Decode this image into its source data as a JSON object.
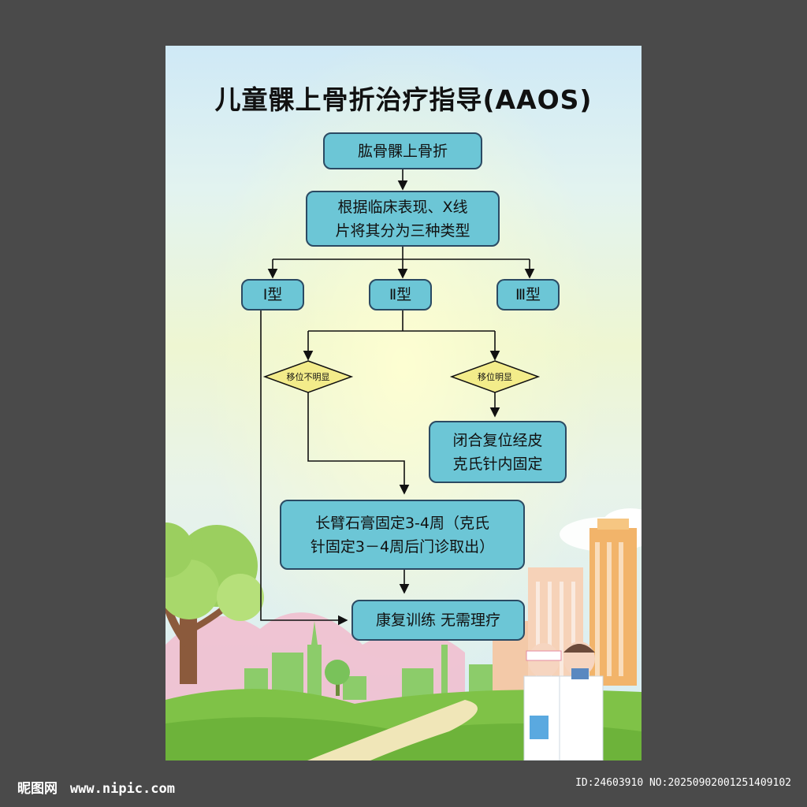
{
  "title": "儿童髁上骨折治疗指导(AAOS)",
  "nodes": {
    "root": "肱骨髁上骨折",
    "classify_line1": "根据临床表现、X线",
    "classify_line2": "片将其分为三种类型",
    "type1": "Ⅰ型",
    "type2": "Ⅱ型",
    "type3": "Ⅲ型",
    "decision_left": "移位不明显",
    "decision_right": "移位明显",
    "closed_line1": "闭合复位经皮",
    "closed_line2": "克氏针内固定",
    "cast_line1": "长臂石膏固定3-4周（克氏",
    "cast_line2": "针固定3－4周后门诊取出）",
    "rehab": "康复训练 无需理疗"
  },
  "footer": {
    "logo": "昵图网",
    "site": "www.nipic.com",
    "id": "ID:24603910 NO:20250902001251409102"
  },
  "colors": {
    "background": "#4a4a4a",
    "box_fill": "#6cc6d6",
    "box_border": "#2b4a63",
    "diamond_fill": "#f3ec8a"
  }
}
